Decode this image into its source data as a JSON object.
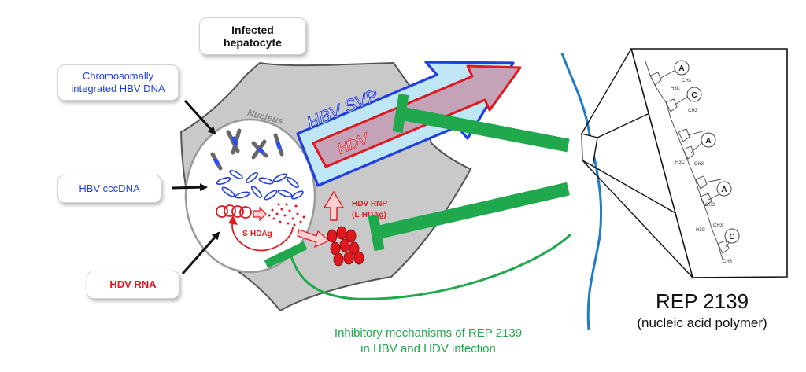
{
  "labels": {
    "infected_hepatocyte": "Infected\nhepatocyte",
    "chromosomal_dna": "Chromosomally\nintegrated HBV DNA",
    "hbv_cccdna": "HBV cccDNA",
    "hdv_rna": "HDV RNA",
    "nucleus": "Nucleus",
    "hbv_svp": "HBV SVP",
    "hdv": "HDV",
    "hdv_rnp": "HDV RNP",
    "l_hdag": "(L-HDAg)",
    "s_hdag": "S-HDAg",
    "rep_title": "REP 2139",
    "rep_subtitle": "(nucleic acid polymer)",
    "caption_line1": "Inhibitory mechanisms of REP 2139",
    "caption_line2": "in HBV and HDV infection"
  },
  "molecule": {
    "bases": [
      "A",
      "C",
      "A",
      "A",
      "C"
    ],
    "methoxy": "CH3",
    "methyl": "H3C"
  },
  "colors": {
    "hbv_blue": "#1f3fe0",
    "hdv_red": "#e01820",
    "rep_green": "#20a84c",
    "cell_gray": "#c8c8c8",
    "strand_blue": "#1f7ac8"
  }
}
